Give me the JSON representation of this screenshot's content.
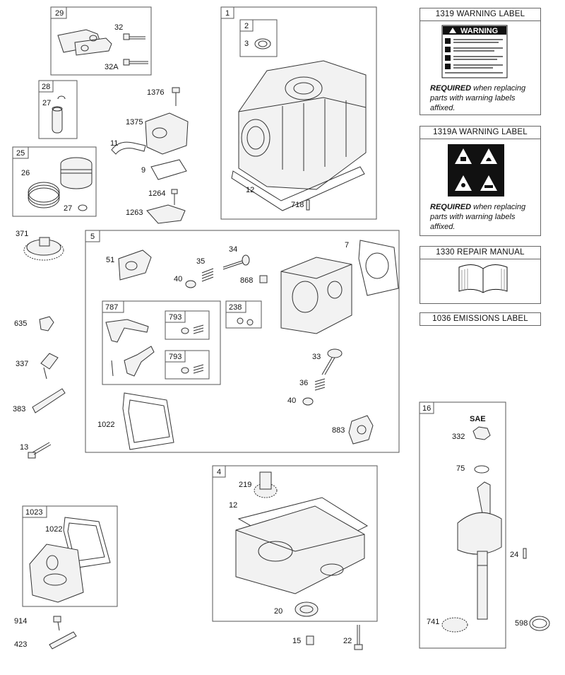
{
  "parts": {
    "g29": "29",
    "p32": "32",
    "p32a": "32A",
    "g28": "28",
    "p27a": "27",
    "g25": "25",
    "p26": "26",
    "p27b": "27",
    "p1376": "1376",
    "p1375": "1375",
    "p11": "11",
    "p9": "9",
    "p1264": "1264",
    "p1263": "1263",
    "g1": "1",
    "g2": "2",
    "p3": "3",
    "p12a": "12",
    "p718": "718",
    "p371": "371",
    "p635": "635",
    "p337": "337",
    "p383": "383",
    "p13": "13",
    "g5": "5",
    "p51": "51",
    "p34": "34",
    "p35": "35",
    "p40a": "40",
    "p868": "868",
    "p7": "7",
    "g787": "787",
    "g793a": "793",
    "g793b": "793",
    "g238": "238",
    "p33": "33",
    "p36": "36",
    "p40b": "40",
    "p1022a": "1022",
    "p883": "883",
    "g1023": "1023",
    "p1022b": "1022",
    "p914": "914",
    "p423": "423",
    "g4": "4",
    "p219": "219",
    "p12b": "12",
    "p20": "20",
    "p15": "15",
    "p22": "22",
    "g16": "16",
    "sae": "SAE",
    "p332": "332",
    "p75": "75",
    "p24": "24",
    "p741": "741",
    "p598": "598"
  },
  "labels": {
    "l1319": {
      "title": "1319 WARNING LABEL",
      "req_bold": "REQUIRED",
      "req_rest1": " when replacing",
      "req_line2": "parts with warning labels",
      "req_line3": "affixed."
    },
    "l1319a": {
      "title": "1319A WARNING LABEL",
      "req_bold": "REQUIRED",
      "req_rest1": " when replacing",
      "req_line2": "parts with warning labels",
      "req_line3": "affixed."
    },
    "l1330": {
      "title": "1330 REPAIR MANUAL"
    },
    "l1036": {
      "title": "1036 EMISSIONS LABEL"
    },
    "warning_word": "WARNING"
  }
}
